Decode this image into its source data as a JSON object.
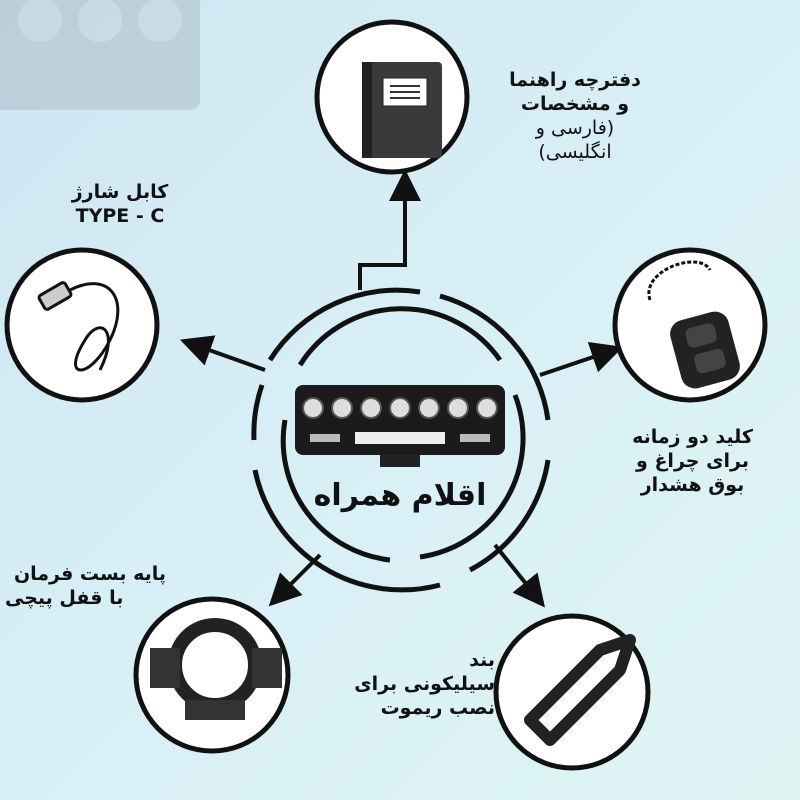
{
  "center": {
    "title": "اقلام همراه"
  },
  "items": [
    {
      "id": "manual",
      "lines": [
        "دفترچه راهنما",
        "و مشخصات"
      ],
      "sub": [
        "(فارسی و",
        "انگلیسی)"
      ]
    },
    {
      "id": "cable",
      "lines": [
        "کابل شارژ",
        "TYPE - C"
      ]
    },
    {
      "id": "remote",
      "lines": [
        "کلید دو زمانه",
        "برای چراغ و",
        "بوق هشدار"
      ]
    },
    {
      "id": "mount",
      "lines": [
        "پایه بست فرمان",
        "با قفل پیچی"
      ]
    },
    {
      "id": "strap",
      "lines": [
        "بند",
        "سیلیکونی برای",
        "نصب ریموت"
      ]
    }
  ],
  "colors": {
    "line": "#111111",
    "circle_fill": "#ffffff"
  }
}
